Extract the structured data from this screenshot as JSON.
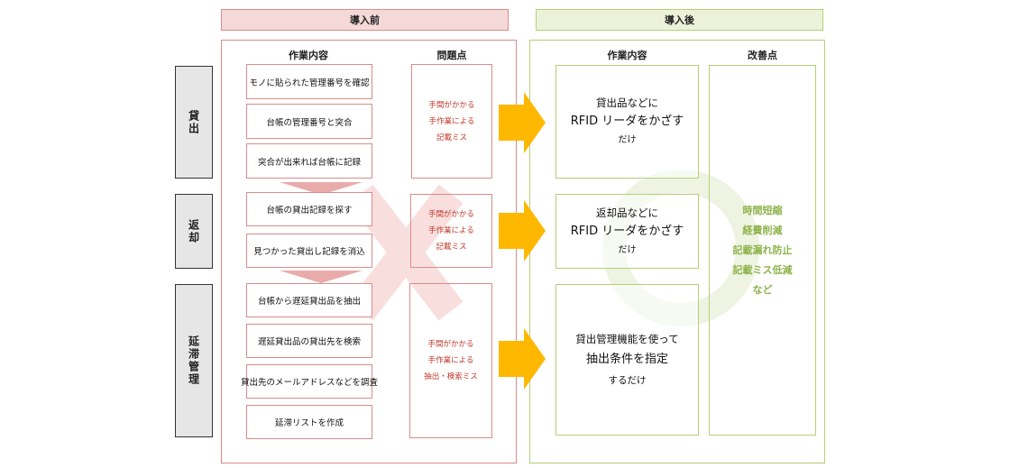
{
  "headers": {
    "before": "導入前",
    "after": "導入後"
  },
  "before": {
    "col_work": "作業内容",
    "col_problem": "問題点",
    "categories": [
      "貸出",
      "返却",
      "延滞管理"
    ],
    "lending_tasks": [
      "モノに貼られた管理番号を確認",
      "台帳の管理番号と突合",
      "突合が出来れば台帳に記録"
    ],
    "return_tasks": [
      "台帳の貸出記録を探す",
      "見つかった貸出し記録を消込"
    ],
    "overdue_tasks": [
      "台帳から遅延貸出品を抽出",
      "遅延貸出品の貸出先を検索",
      "貸出先のメールアドレスなどを調査",
      "延滞リストを作成"
    ],
    "problems": [
      [
        "手間がかかる",
        "手作業による",
        "記載ミス"
      ],
      [
        "手間がかかる",
        "手作業による",
        "記載ミス"
      ],
      [
        "手間がかかる",
        "手作業による",
        "抽出・検索ミス"
      ]
    ]
  },
  "after": {
    "col_work": "作業内容",
    "col_improve": "改善点",
    "lending": [
      "貸出品などに",
      "RFID リーダをかざす",
      "だけ"
    ],
    "return": [
      "返却品などに",
      "RFID リーダをかざす",
      "だけ"
    ],
    "overdue": [
      "貸出管理機能を使って",
      "抽出条件を指定",
      "するだけ"
    ],
    "improvements": [
      "時間短縮",
      "経費削減",
      "記載漏れ防止",
      "記載ミス低減",
      "など"
    ]
  },
  "colors": {
    "before_accent": "#d98c8c",
    "after_accent": "#b5cf78",
    "arrow": "#ffb800",
    "problem_text": "#c0392b",
    "improve_text": "#8db34a"
  }
}
